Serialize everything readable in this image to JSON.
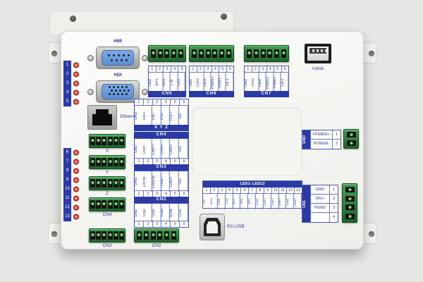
{
  "colors": {
    "silkscreen_blue": "#2b3aa5",
    "terminal_green": "#2f8c3e",
    "led_red": "#c22a1c",
    "board_white": "#f6f6f3"
  },
  "ports": {
    "hmi": "HMI",
    "hdi": "HDI",
    "ethernet": "Ethernet",
    "udisk": "Udisk",
    "pc_usb": "PC-USB"
  },
  "led_strip": {
    "group1": [
      "1",
      "2",
      "3",
      "4",
      "5"
    ],
    "group2": [
      "6",
      "7",
      "8",
      "9",
      "10",
      "11",
      "12",
      "13"
    ]
  },
  "top_tables": {
    "cn5": {
      "name": "CN5",
      "pins": [
        "1",
        "2",
        "3",
        "4",
        "5"
      ],
      "labels": [
        "GND",
        "WP1",
        "WP2",
        "L-N",
        "+15V"
      ]
    },
    "cn6": {
      "name": "CN6",
      "pins": [
        "1",
        "2",
        "3",
        "4",
        "5",
        "6"
      ],
      "labels": [
        "GND",
        "LOn1",
        "LAn1",
        "PWM1+",
        "PWM1-",
        "LA-1"
      ]
    },
    "cn7": {
      "name": "CN7",
      "pins": [
        "1",
        "2",
        "3",
        "4",
        "5",
        "6"
      ],
      "labels": [
        "GND",
        "LOn2",
        "LAn2",
        "PWM2+",
        "PWM2-",
        "LA-2"
      ]
    }
  },
  "mid_tables": {
    "xyz": {
      "pins": [
        "1",
        "2",
        "3",
        "4",
        "5",
        "6"
      ],
      "labels": [
        "GND",
        "DIR+",
        "DIR-",
        "PUL-",
        "PUL+",
        "+5V"
      ],
      "bar_axes": "X Y Z",
      "bar_name": "CN4"
    },
    "cn4": {
      "pins": [
        "1",
        "2",
        "3",
        "4",
        "5",
        "6"
      ],
      "labels": [
        "GND",
        "LmtY-",
        "LmtY+",
        "LmtX-",
        "LmtX+",
        "+5V"
      ],
      "bar_name": "CN3"
    },
    "cn3": {
      "pins": [
        "1",
        "2",
        "3",
        "4",
        "5",
        "6"
      ],
      "labels": [
        "GND",
        "DrProt",
        "FootSW",
        "LmtZ-",
        "LmtZ+",
        "+5V"
      ],
      "bar_name": "CN2"
    },
    "cn2": {
      "pins": [
        "1",
        "2",
        "3",
        "4",
        "5",
        "6"
      ],
      "labels": [
        "GND",
        "Out2",
        "Out1",
        "Out0",
        "Wind",
        "+24V"
      ]
    }
  },
  "left_blocks": {
    "x": "X",
    "y": "Y",
    "z": "Z",
    "cn4": "CN4",
    "cn3": "CN3",
    "cn2": "CN2"
  },
  "led_table": {
    "title": "LED1--LED13",
    "pins": [
      "1",
      "2",
      "3",
      "4",
      "5",
      "6",
      "7",
      "8",
      "9",
      "10",
      "11",
      "12",
      "13"
    ],
    "labels": [
      "+5V",
      "RUN",
      "ERR",
      "LINK",
      "ACT",
      "WP1",
      "WP2",
      "LmtX-",
      "LmtX+",
      "LmtY-",
      "LmtY+",
      "LmtZ-",
      "LmtZ+"
    ]
  },
  "right_top": {
    "side": "GND",
    "labels": [
      "POWER+",
      "POWER-"
    ],
    "nums": [
      "1",
      "2"
    ]
  },
  "right_bottom": {
    "side": "CN1",
    "labels": [
      "GND",
      "24V+",
      "PGND",
      ""
    ],
    "nums": [
      "1",
      "2",
      "3",
      "4"
    ]
  }
}
